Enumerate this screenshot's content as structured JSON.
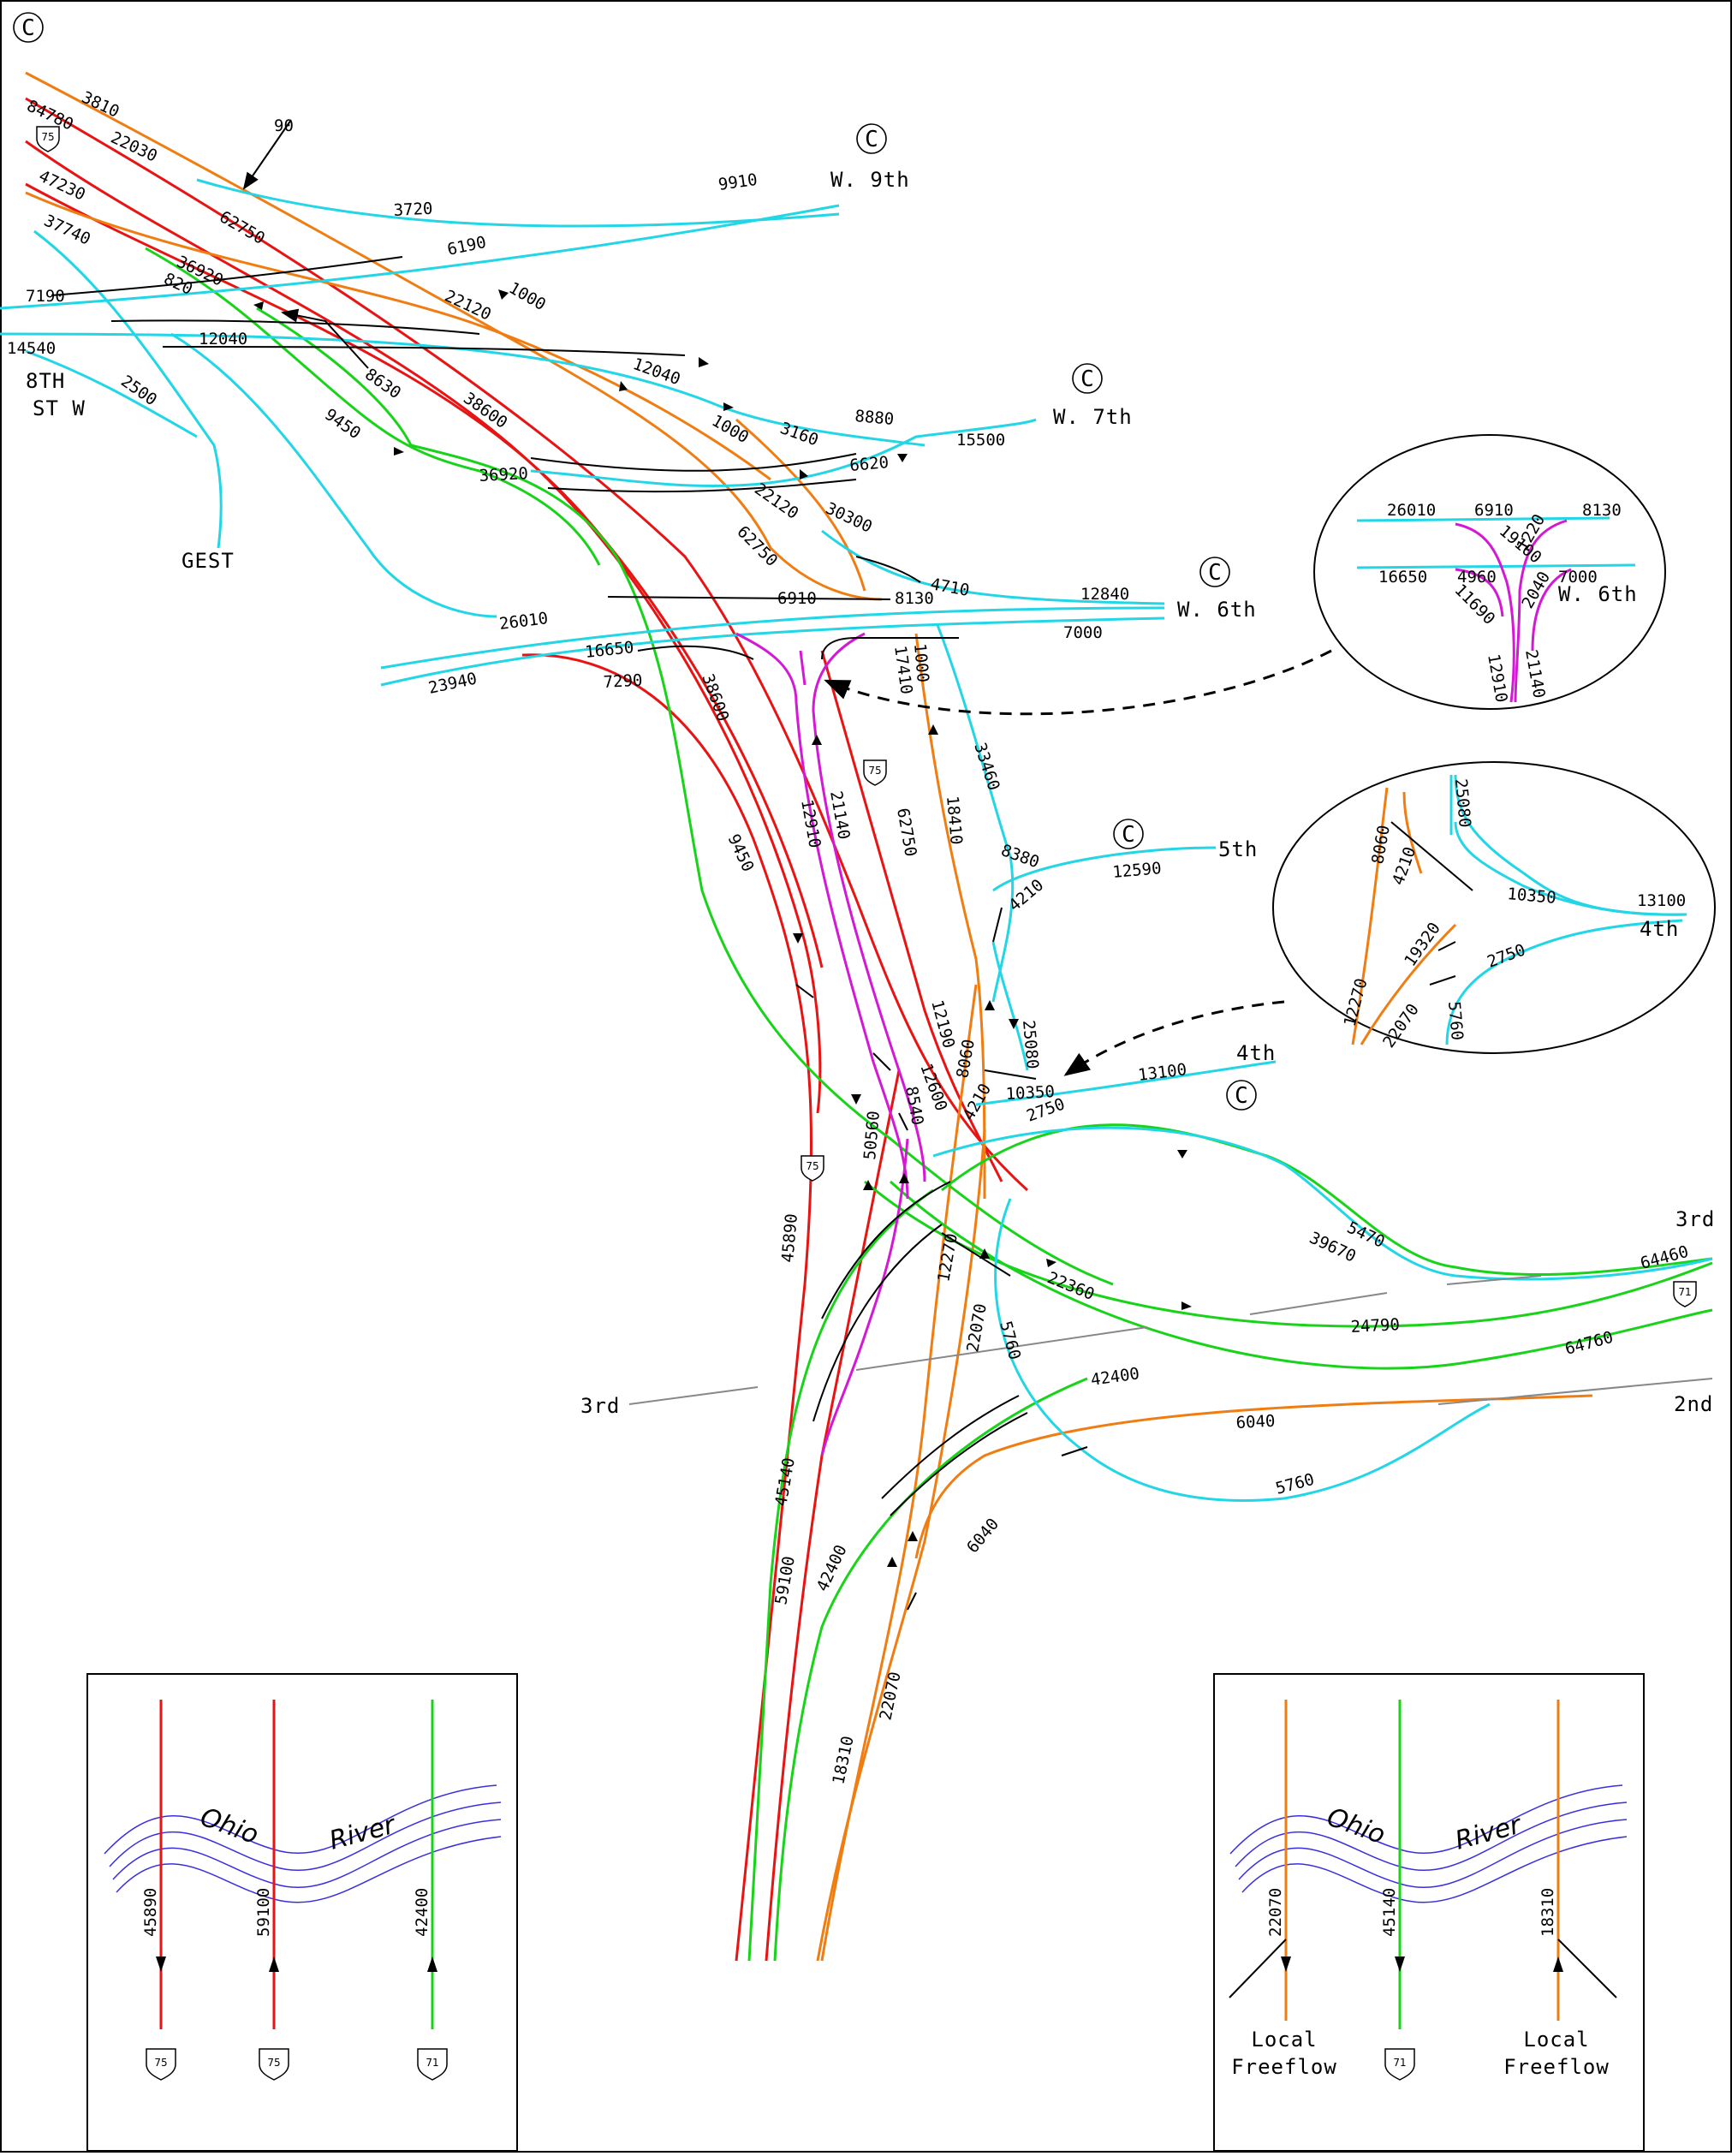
{
  "colors": {
    "cyan": "#22d6e6",
    "red": "#e81414",
    "orange": "#f07d12",
    "green": "#18d31a",
    "magenta": "#d419d4",
    "blue": "#3a2fe0",
    "black": "#000000"
  },
  "streets": {
    "w9th": "W. 9th",
    "w7th": "W. 7th",
    "w6th": "W. 6th",
    "fifth": "5th",
    "fourth": "4th",
    "third_east": "3rd",
    "third_west": "3rd",
    "second": "2nd",
    "eighth_line1": "8TH",
    "eighth_line2": "ST W",
    "gest": "GEST",
    "inset_w6th": "W. 6th",
    "inset_4th": "4th"
  },
  "c_mark": "C",
  "shields": {
    "i75": "75",
    "i71": "71"
  },
  "volumes": {
    "v3810": "3810",
    "v84780": "84780",
    "v22030": "22030",
    "v47230": "47230",
    "v90": "90",
    "v62750a": "62750",
    "v3720": "3720",
    "v9910": "9910",
    "v6190": "6190",
    "v37740": "37740",
    "v36920a": "36920",
    "v820": "820",
    "v22120a": "22120",
    "v1000a": "1000",
    "v7190": "7190",
    "v12040a": "12040",
    "v14540": "14540",
    "v8630": "8630",
    "v12040b": "12040",
    "v2500": "2500",
    "v9450a": "9450",
    "v38600a": "38600",
    "v1000b": "1000",
    "v8880": "8880",
    "v3160": "3160",
    "v15500": "15500",
    "v36920b": "36920",
    "v6620": "6620",
    "v22120b": "22120",
    "v30300": "30300",
    "v62750b": "62750",
    "v4710": "4710",
    "v6910a": "6910",
    "v8130a": "8130",
    "v12840": "12840",
    "v26010a": "26010",
    "v7000a": "7000",
    "v16650a": "16650",
    "v23940": "23940",
    "v7290": "7290",
    "v38600b": "38600",
    "v17410": "17410",
    "v1000c": "1000",
    "v33460": "33460",
    "v12910a": "12910",
    "v21140a": "21140",
    "v62750c": "62750",
    "v18410": "18410",
    "v9450b": "9450",
    "v8380": "8380",
    "v12590": "12590",
    "v4210a": "4210",
    "v25080a": "25080",
    "v12190": "12190",
    "v12600": "12600",
    "v13100a": "13100",
    "v8060a": "8060",
    "v10350a": "10350",
    "v4210b": "4210",
    "v2750a": "2750",
    "v8540": "8540",
    "v50560": "50560",
    "v45890a": "45890",
    "v5470": "5470",
    "v39670": "39670",
    "v64460": "64460",
    "v22360": "22360",
    "v24790": "24790",
    "v12270a": "12270",
    "v22070a": "22070",
    "v5760a": "5760",
    "v64760": "64760",
    "v42400a": "42400",
    "v6040a": "6040",
    "v5760b": "5760",
    "v45140a": "45140",
    "v6040b": "6040",
    "v59100a": "59100",
    "v42400b": "42400",
    "v18310a": "18310",
    "v22070b": "22070"
  },
  "inset_w6th": {
    "v26010": "26010",
    "v6910": "6910",
    "v8130": "8130",
    "v1220": "1220",
    "v19100": "19100",
    "v16650": "16650",
    "v4960": "4960",
    "v7000": "7000",
    "v11690": "11690",
    "v2040": "2040",
    "v12910": "12910",
    "v21140": "21140"
  },
  "inset_4th": {
    "v25080": "25080",
    "v8060": "8060",
    "v4210": "4210",
    "v10350": "10350",
    "v13100": "13100",
    "v19320": "19320",
    "v2750": "2750",
    "v12270": "12270",
    "v22070": "22070",
    "v5760": "5760"
  },
  "legend_left": {
    "ohio": "Ohio",
    "river": "River",
    "v45890": "45890",
    "v59100": "59100",
    "v42400": "42400",
    "shield_a": "75",
    "shield_b": "75",
    "shield_c": "71"
  },
  "legend_right": {
    "ohio": "Ohio",
    "river": "River",
    "v22070": "22070",
    "v45140": "45140",
    "v18310": "18310",
    "local_left_1": "Local",
    "local_left_2": "Freeflow",
    "local_right_1": "Local",
    "local_right_2": "Freeflow",
    "shield": "71"
  }
}
